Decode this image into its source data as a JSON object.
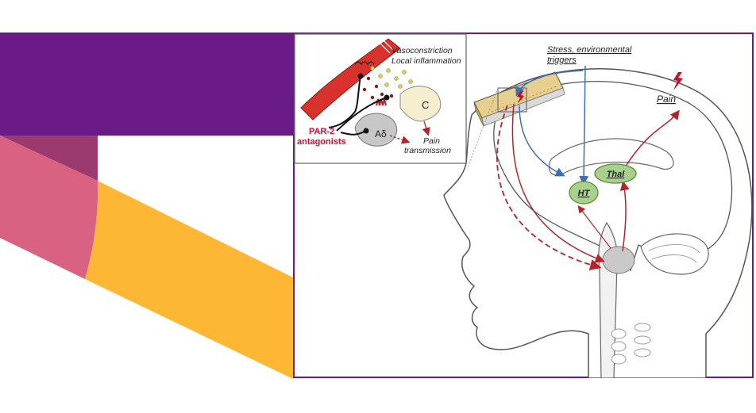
{
  "slide": {
    "colors": {
      "purple": "#6a1b87",
      "pink": "#d96182",
      "mauve": "#9b3a6e",
      "yellow": "#fdb735",
      "diagram_border": "#6a1b87",
      "pathway_red": "#b3242a",
      "pathway_blue": "#3b6fb6",
      "node_green": "#a9d18e"
    }
  },
  "diagram": {
    "inset": {
      "vasoconstriction": "Vasoconstriction",
      "local_inflammation": "Local inflammation",
      "par2_line1": "PAR-2",
      "par2_line2": "antagonists",
      "c_fiber": "C",
      "a_delta_fiber": "Aδ",
      "pain_line1": "Pain",
      "pain_line2": "transmission"
    },
    "labels": {
      "stress_line1": "Stress, environmental",
      "stress_line2": "triggers",
      "pain": "Pain",
      "hypothalamus": "HT",
      "thalamus": "Thal"
    }
  }
}
